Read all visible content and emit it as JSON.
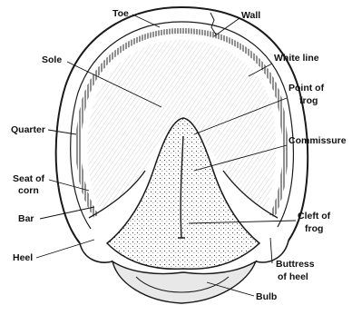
{
  "labels": {
    "toe": "Toe",
    "wall": "Wall",
    "sole": "Sole",
    "white_line": "White line",
    "point_of_frog_1": "Point of",
    "point_of_frog_2": "frog",
    "quarter": "Quarter",
    "commissure": "Commissure",
    "seat_of_corn_1": "Seat of",
    "seat_of_corn_2": "corn",
    "bar": "Bar",
    "cleft_of_frog_1": "Cleft of",
    "cleft_of_frog_2": "frog",
    "heel": "Heel",
    "buttress_of_heel_1": "Buttress",
    "buttress_of_heel_2": "of heel",
    "bulb": "Bulb"
  }
}
